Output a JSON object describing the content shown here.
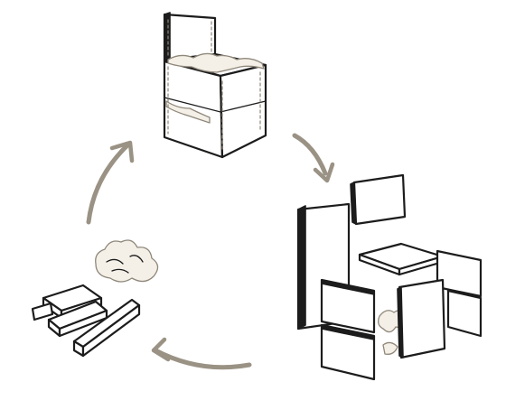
{
  "colors": {
    "ink": "#1c1c1c",
    "arrow": "#9a9284",
    "glue": "#8f877a",
    "background": "#ffffff"
  },
  "stages": [
    {
      "name": "assembled-chair",
      "icon": "chair-icon"
    },
    {
      "name": "disassembled-pieces",
      "icon": "pieces-icon"
    },
    {
      "name": "recycled-material",
      "icon": "planks-icon"
    }
  ],
  "arrows": [
    {
      "from": "assembled-chair",
      "to": "disassembled-pieces",
      "icon": "curved-arrow-icon"
    },
    {
      "from": "disassembled-pieces",
      "to": "recycled-material",
      "icon": "curved-arrow-icon"
    },
    {
      "from": "recycled-material",
      "to": "assembled-chair",
      "icon": "curved-arrow-icon"
    }
  ]
}
